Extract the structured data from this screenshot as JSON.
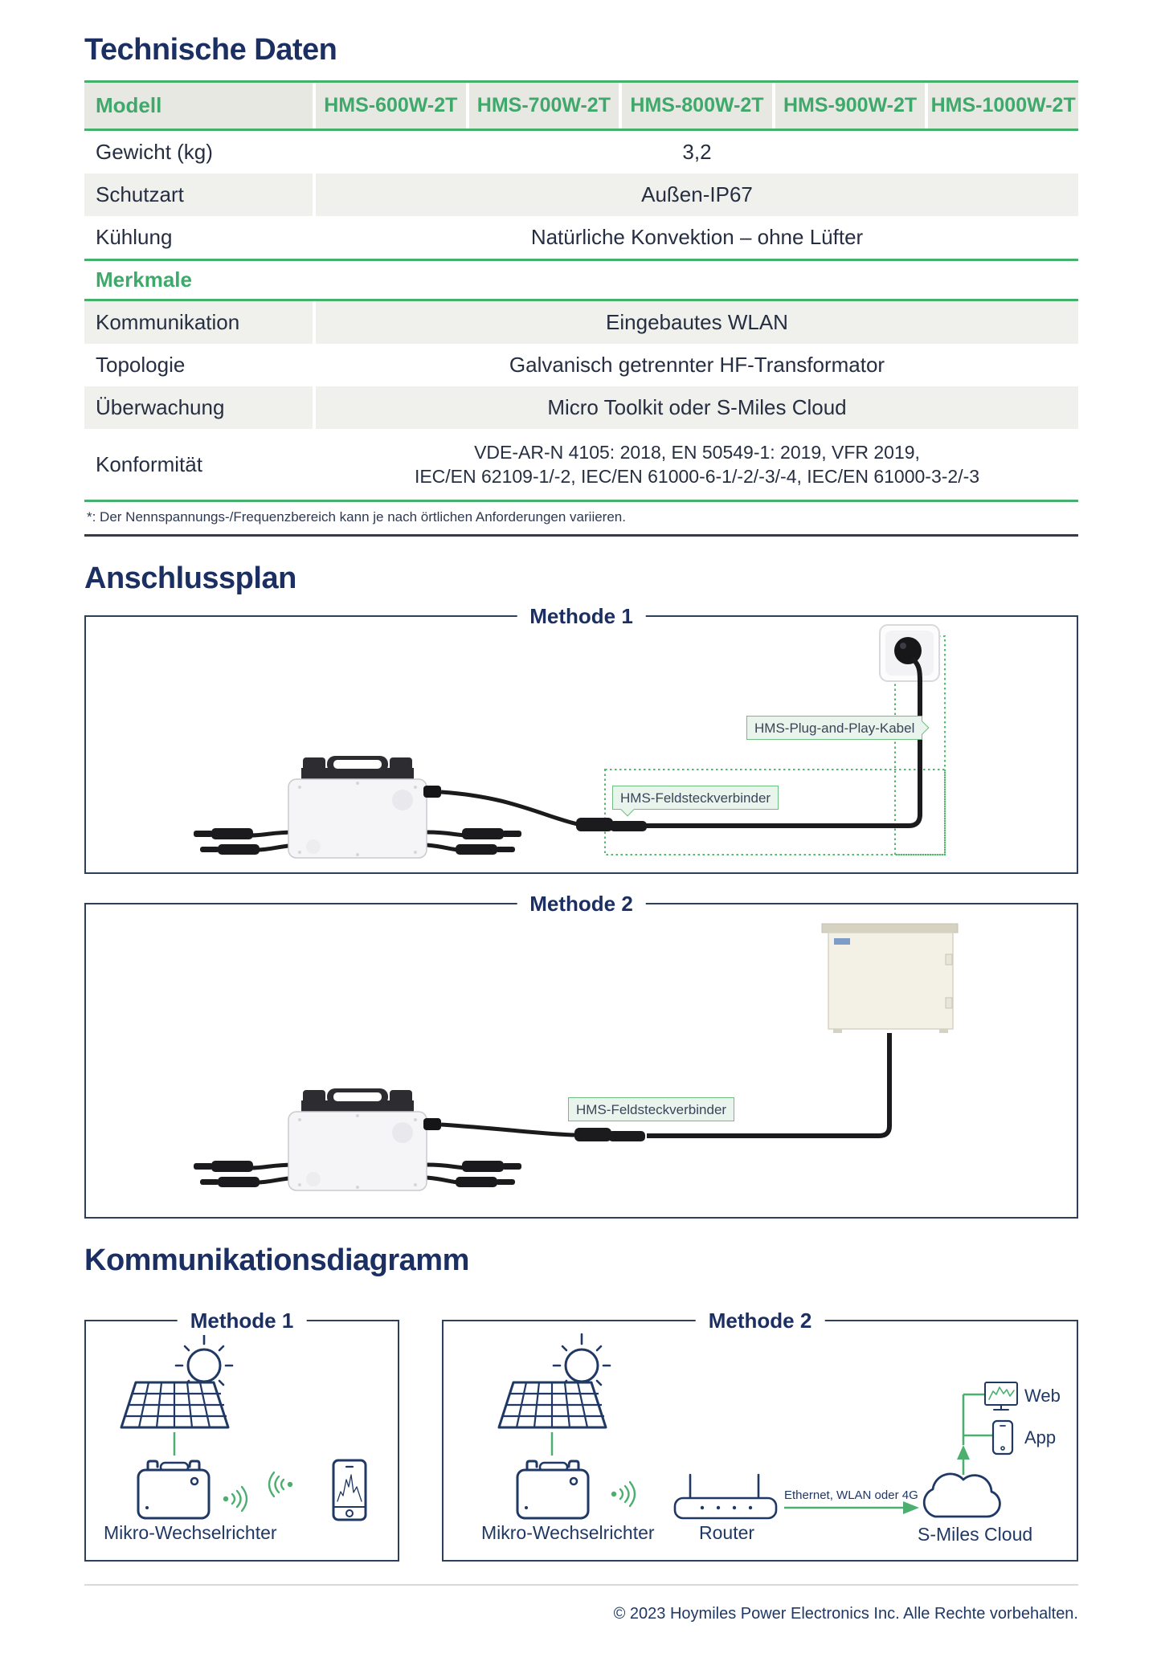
{
  "colors": {
    "navy": "#1b2f63",
    "green": "#3fa86b",
    "green_line": "#43b06c",
    "row_gray": "#f0f0ed",
    "header_gray": "#e8e8e3"
  },
  "tech": {
    "title": "Technische Daten",
    "table": {
      "header_label": "Modell",
      "models": [
        "HMS-600W-2T",
        "HMS-700W-2T",
        "HMS-800W-2T",
        "HMS-900W-2T",
        "HMS-1000W-2T"
      ],
      "rows": [
        {
          "label": "Gewicht (kg)",
          "values": [
            "3,2"
          ],
          "shaded": false
        },
        {
          "label": "Schutzart",
          "values": [
            "Außen-IP67"
          ],
          "shaded": true
        },
        {
          "label": "Kühlung",
          "values": [
            "Natürliche Konvektion – ohne Lüfter"
          ],
          "shaded": false
        }
      ],
      "section_header": "Merkmale",
      "feature_rows": [
        {
          "label": "Kommunikation",
          "values": [
            "Eingebautes WLAN"
          ],
          "shaded": true
        },
        {
          "label": "Topologie",
          "values": [
            "Galvanisch getrennter HF-Transformator"
          ],
          "shaded": false
        },
        {
          "label": "Überwachung",
          "values": [
            "Micro Toolkit oder S-Miles Cloud"
          ],
          "shaded": true
        },
        {
          "label": "Konformität",
          "values": [
            "VDE-AR-N 4105: 2018, EN 50549-1: 2019, VFR 2019,",
            "IEC/EN 62109-1/-2, IEC/EN 61000-6-1/-2/-3/-4, IEC/EN 61000-3-2/-3"
          ],
          "shaded": false
        }
      ],
      "footnote": "*: Der Nennspannungs-/Frequenzbereich kann je nach örtlichen Anforderungen variieren."
    }
  },
  "anschlussplan": {
    "title": "Anschlussplan",
    "method1": {
      "title": "Methode 1",
      "plug_cable_label": "HMS-Plug-and-Play-Kabel",
      "field_connector_label": "HMS-Feldsteckverbinder"
    },
    "method2": {
      "title": "Methode 2",
      "field_connector_label": "HMS-Feldsteckverbinder"
    }
  },
  "kommunikationsdiagramm": {
    "title": "Kommunikationsdiagramm",
    "method1": {
      "title": "Methode 1",
      "microinverter_label": "Mikro-Wechselrichter"
    },
    "method2": {
      "title": "Methode 2",
      "microinverter_label": "Mikro-Wechselrichter",
      "router_label": "Router",
      "cloud_label": "S-Miles Cloud",
      "connection_label": "Ethernet, WLAN oder 4G",
      "web_label": "Web",
      "app_label": "App"
    }
  },
  "footer": "© 2023 Hoymiles Power Electronics Inc. Alle Rechte vorbehalten."
}
